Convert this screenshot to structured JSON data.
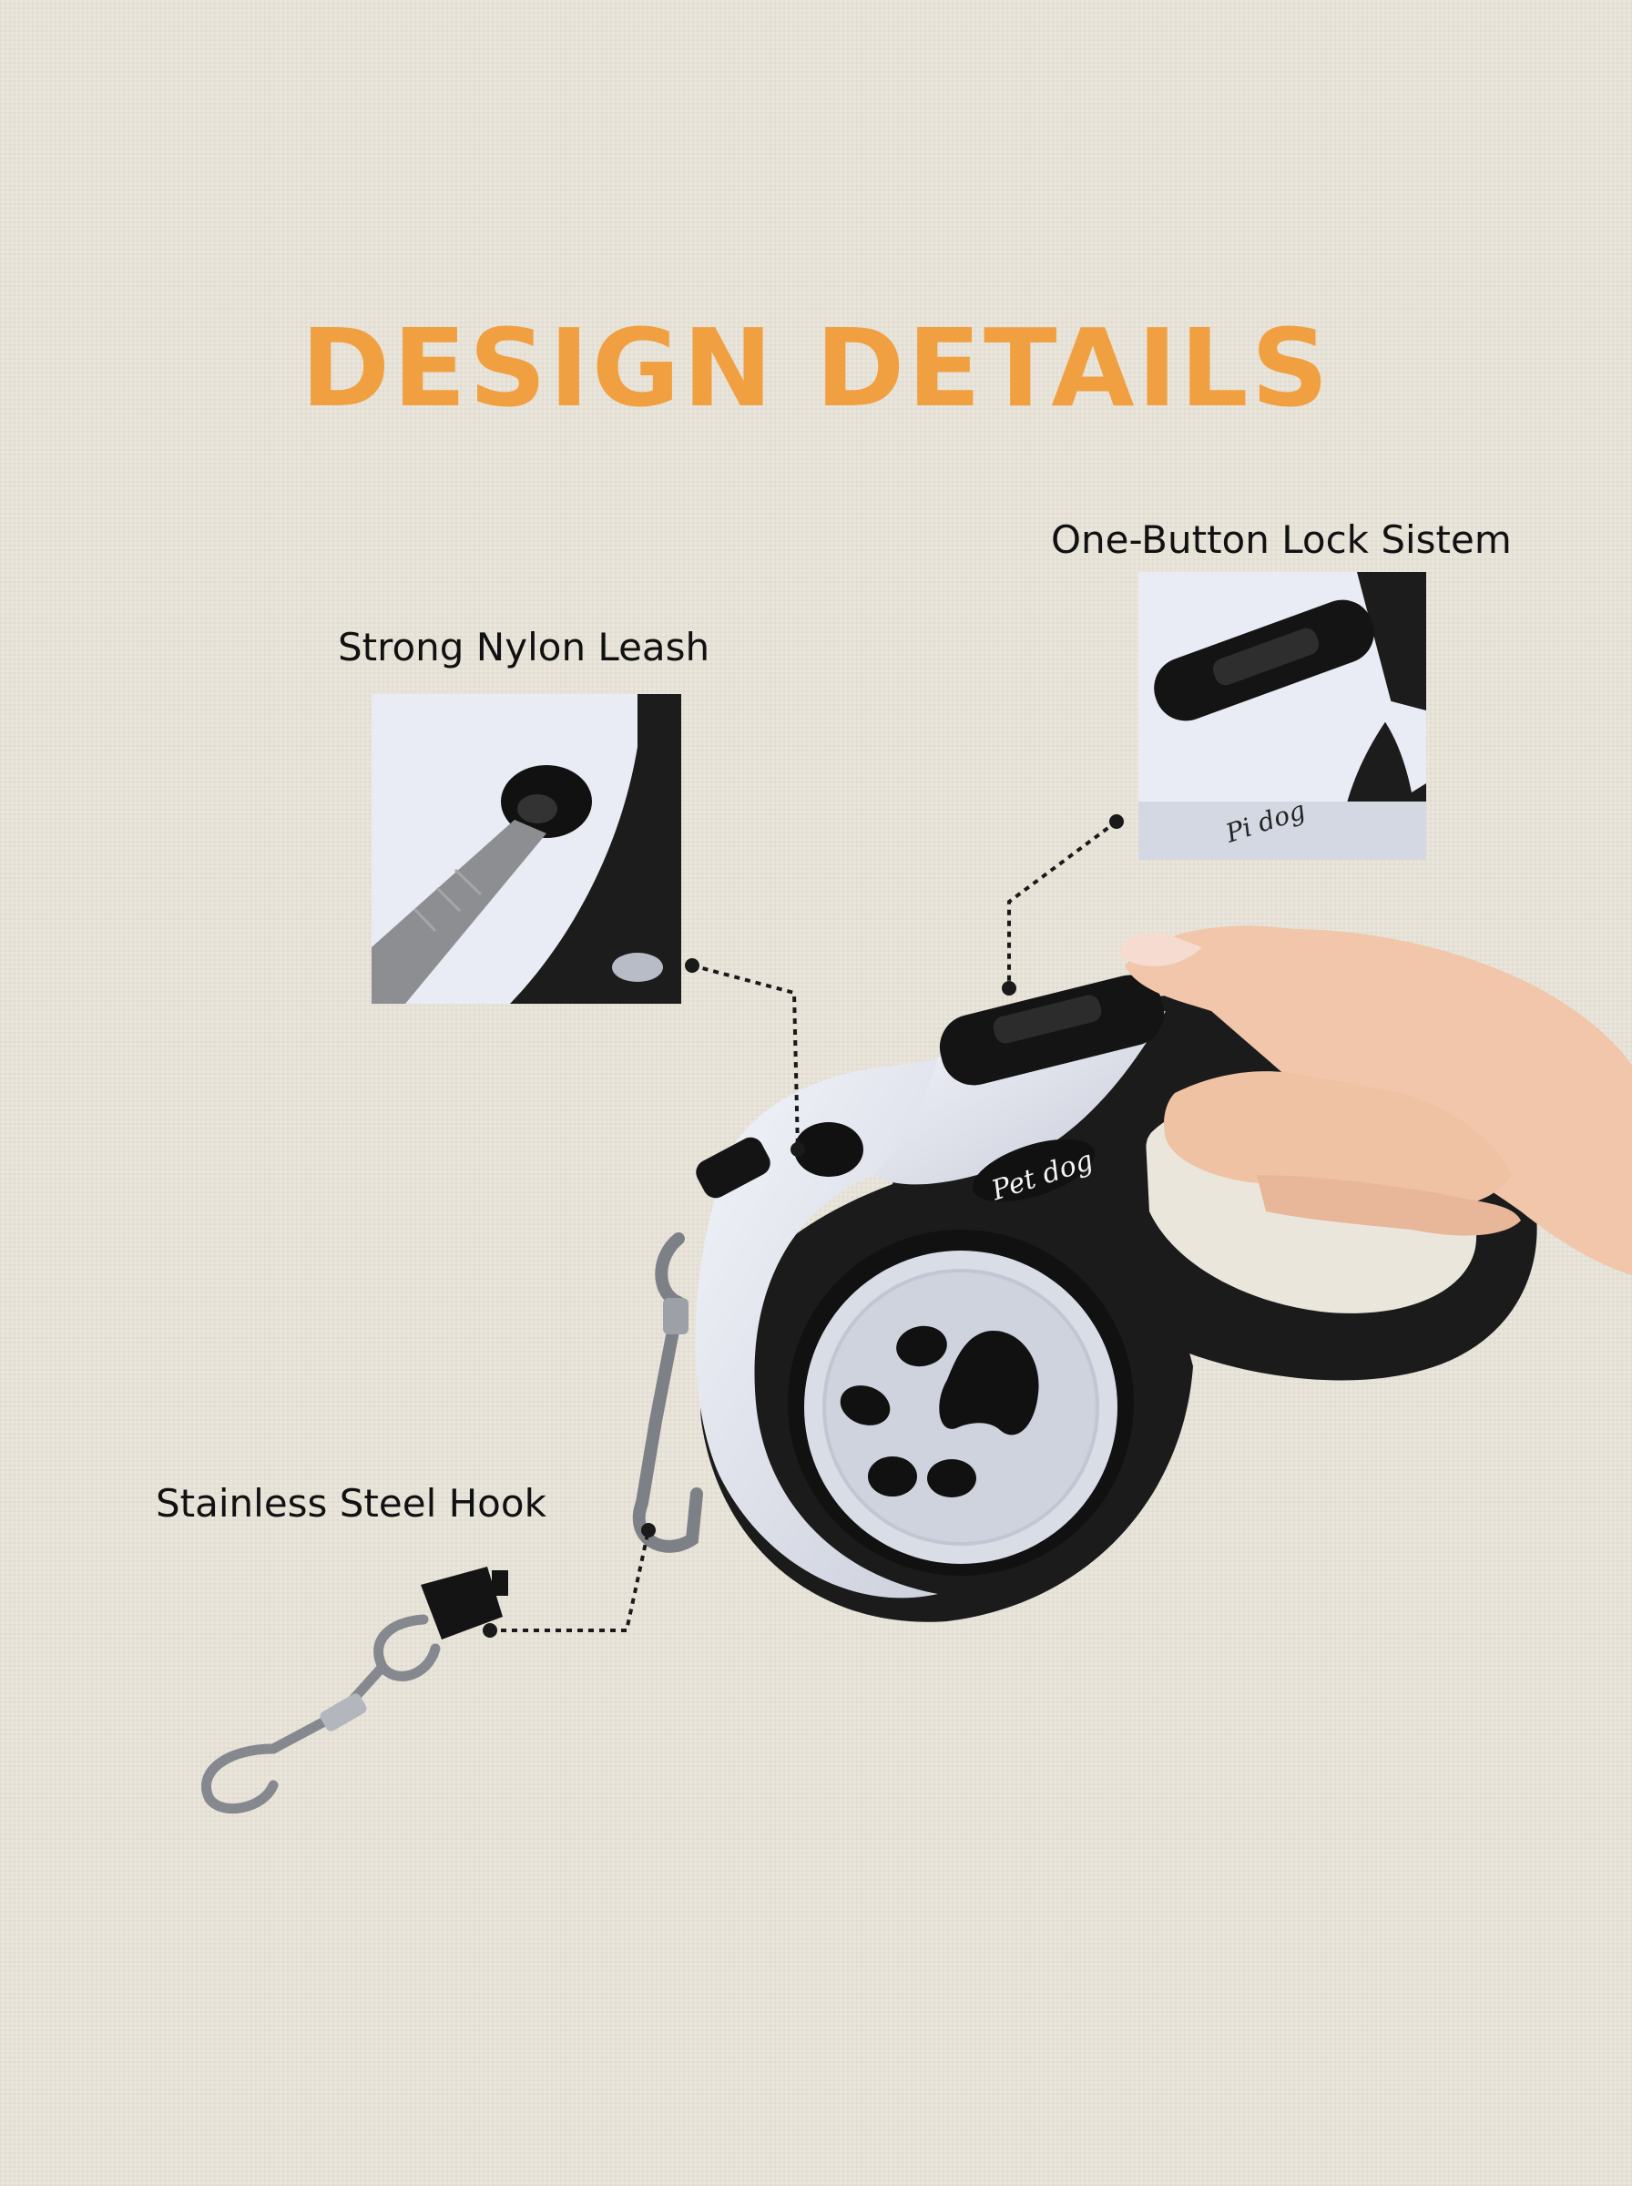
{
  "title": "DESIGN DETAILS",
  "callouts": {
    "lock": "One-Button Lock Sistem",
    "leash": "Strong Nylon Leash",
    "hook": "Stainless Steel Hook"
  },
  "brand": "Pet dog",
  "colors": {
    "title": "#f0a040",
    "text": "#111111",
    "body_light": "#e4e8f2",
    "body_dark": "#1b1b1b",
    "background": "#ebe6dc",
    "skin": "#f0c4a8"
  }
}
